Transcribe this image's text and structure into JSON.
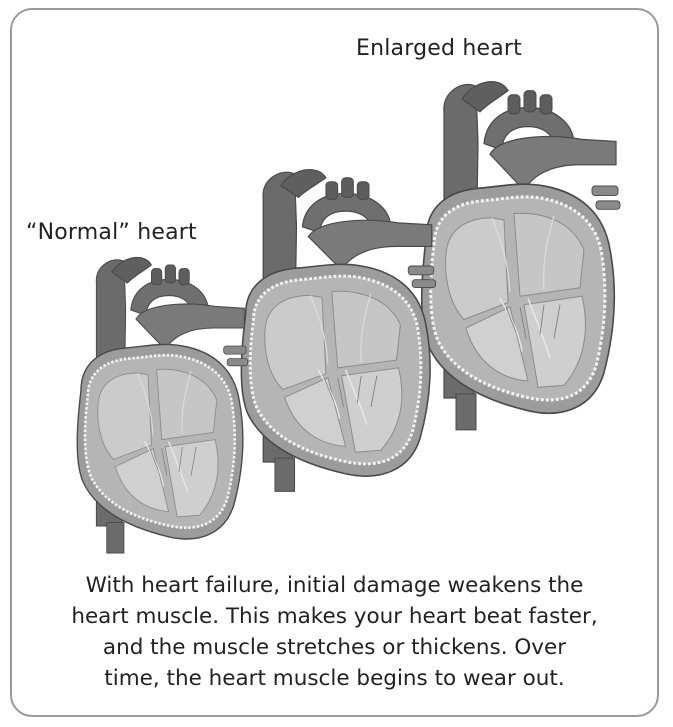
{
  "labels": {
    "enlarged": "Enlarged heart",
    "normal": "“Normal” heart"
  },
  "caption": {
    "line1": "With heart failure, initial damage weakens the",
    "line2": "heart muscle. This makes your heart beat faster,",
    "line3": "and the muscle stretches or thickens. Over",
    "line4": "time, the heart muscle begins to wear out."
  },
  "colors": {
    "frame_border": "#9a9a9a",
    "vessel_dark": "#6b6b6b",
    "vessel_mid": "#808080",
    "heart_wall": "#a6a6a6",
    "heart_inner": "#c4c4c4",
    "lining": "#f2f2f2"
  }
}
